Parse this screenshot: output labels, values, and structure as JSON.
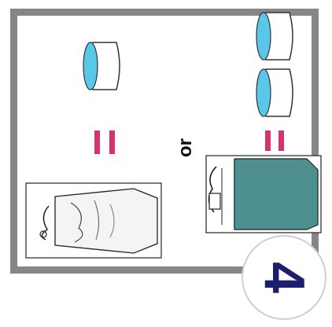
{
  "diagram": {
    "or_label": "or",
    "step_number": "4",
    "colors": {
      "frame": "#868686",
      "equals": "#d6336c",
      "water_fill": "#4e8f8f",
      "lens": "#5bc7e8",
      "step_number": "#1c1f6b"
    },
    "options": [
      {
        "cups": 1,
        "container": "rinse-pitcher"
      },
      {
        "cups": 2,
        "container": "filled-pitcher"
      }
    ]
  }
}
